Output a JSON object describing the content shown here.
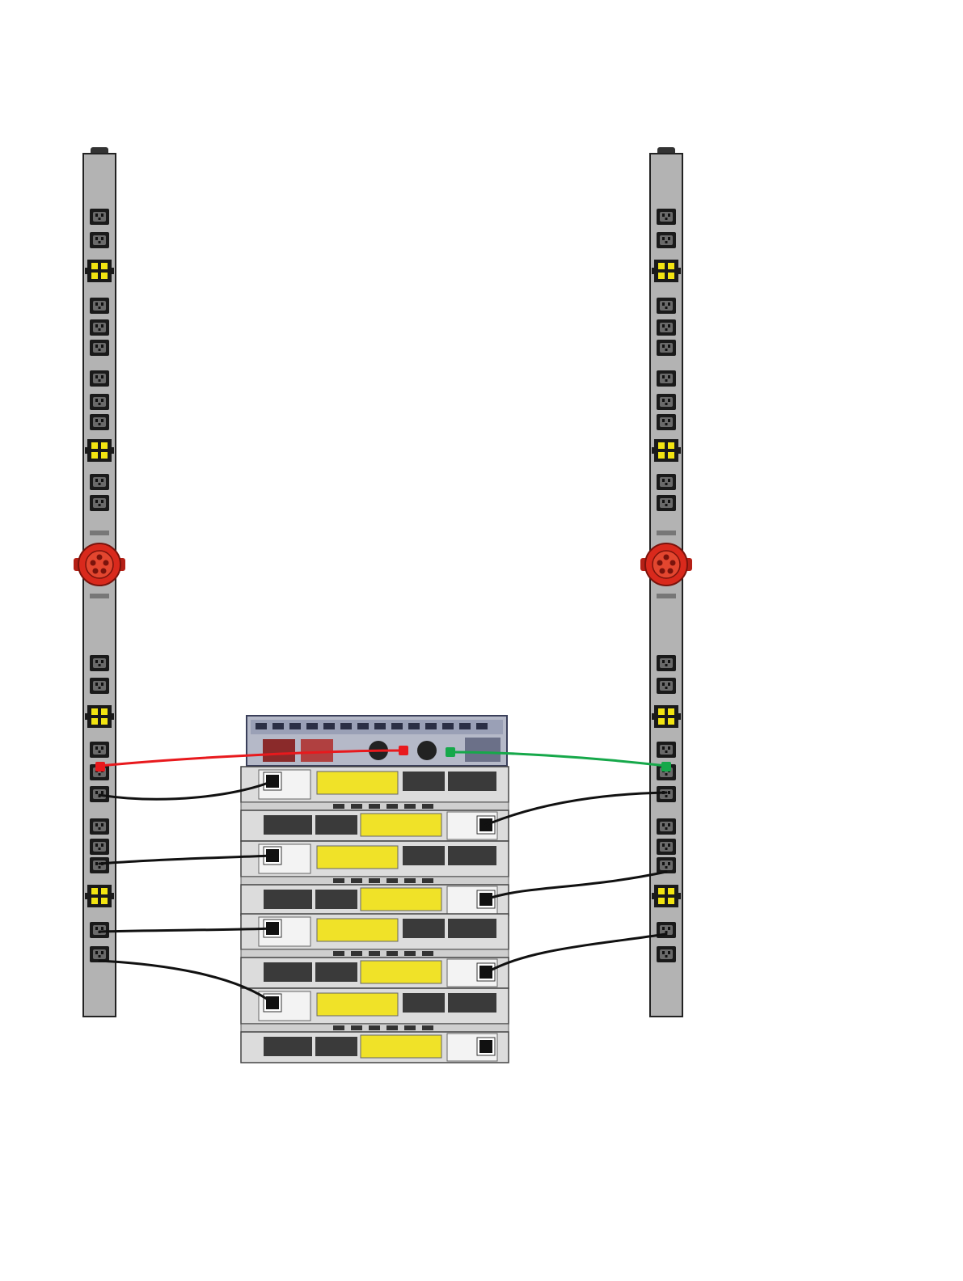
{
  "diagram": {
    "kind": "rack-power-cabling",
    "pdus": [
      {
        "id": "left",
        "connector": "red-round-power-inlet"
      },
      {
        "id": "right",
        "connector": "red-round-power-inlet"
      }
    ],
    "controller": {
      "id": "controller-enclosure",
      "psu_count": 2
    },
    "enclosures": [
      {
        "id": "enclosure-1"
      },
      {
        "id": "enclosure-2"
      },
      {
        "id": "enclosure-3"
      },
      {
        "id": "enclosure-4"
      }
    ],
    "cables": [
      {
        "id": "controller-left-cable",
        "from": "left-pdu",
        "to": "controller-psu-a",
        "color": "#e8191d"
      },
      {
        "id": "controller-right-cable",
        "from": "right-pdu",
        "to": "controller-psu-b",
        "color": "#16a84a"
      },
      {
        "id": "enclosure-1-left-cable",
        "from": "left-pdu",
        "to": "enclosure-1-psu-a",
        "color": "#111111"
      },
      {
        "id": "enclosure-1-right-cable",
        "from": "right-pdu",
        "to": "enclosure-1-psu-b",
        "color": "#111111"
      },
      {
        "id": "enclosure-2-left-cable",
        "from": "left-pdu",
        "to": "enclosure-2-psu-a",
        "color": "#111111"
      },
      {
        "id": "enclosure-2-right-cable",
        "from": "right-pdu",
        "to": "enclosure-2-psu-b",
        "color": "#111111"
      },
      {
        "id": "enclosure-3-left-cable",
        "from": "left-pdu",
        "to": "enclosure-3-psu-a",
        "color": "#111111"
      },
      {
        "id": "enclosure-3-right-cable",
        "from": "right-pdu",
        "to": "enclosure-3-psu-b",
        "color": "#111111"
      },
      {
        "id": "enclosure-4-left-cable",
        "from": "left-pdu",
        "to": "enclosure-4-psu-a",
        "color": "#111111"
      }
    ],
    "colors": {
      "pdu_body": "#b3b3b3",
      "outlet": "#1a1a1a",
      "breaker": "#f2e411",
      "inlet": "#d9291c",
      "enclosure_face": "#dcdcdc",
      "enclosure_vent": "#3a3a3a",
      "enclosure_label": "#f0e228",
      "controller_face": "#b5b9c8"
    }
  }
}
